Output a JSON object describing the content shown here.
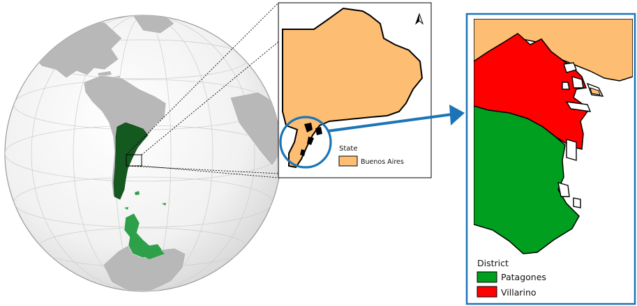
{
  "inset_state": {
    "legend_title": "State",
    "entries": [
      {
        "label": "Buenos Aires",
        "color": "#fdbe73"
      }
    ],
    "north_arrow_label": "A"
  },
  "inset_district": {
    "legend_title": "District",
    "entries": [
      {
        "label": "Patagones",
        "color": "#009f1f"
      },
      {
        "label": "Villarino",
        "color": "#ff0000"
      }
    ]
  },
  "colors": {
    "land": "#b8b8b8",
    "ocean": "#eeeeee",
    "argentina": "#14591f",
    "antarctic_claim": "#2fa04a",
    "highlight_ring": "#1c74b6",
    "buenos_aires": "#fdbe73"
  }
}
